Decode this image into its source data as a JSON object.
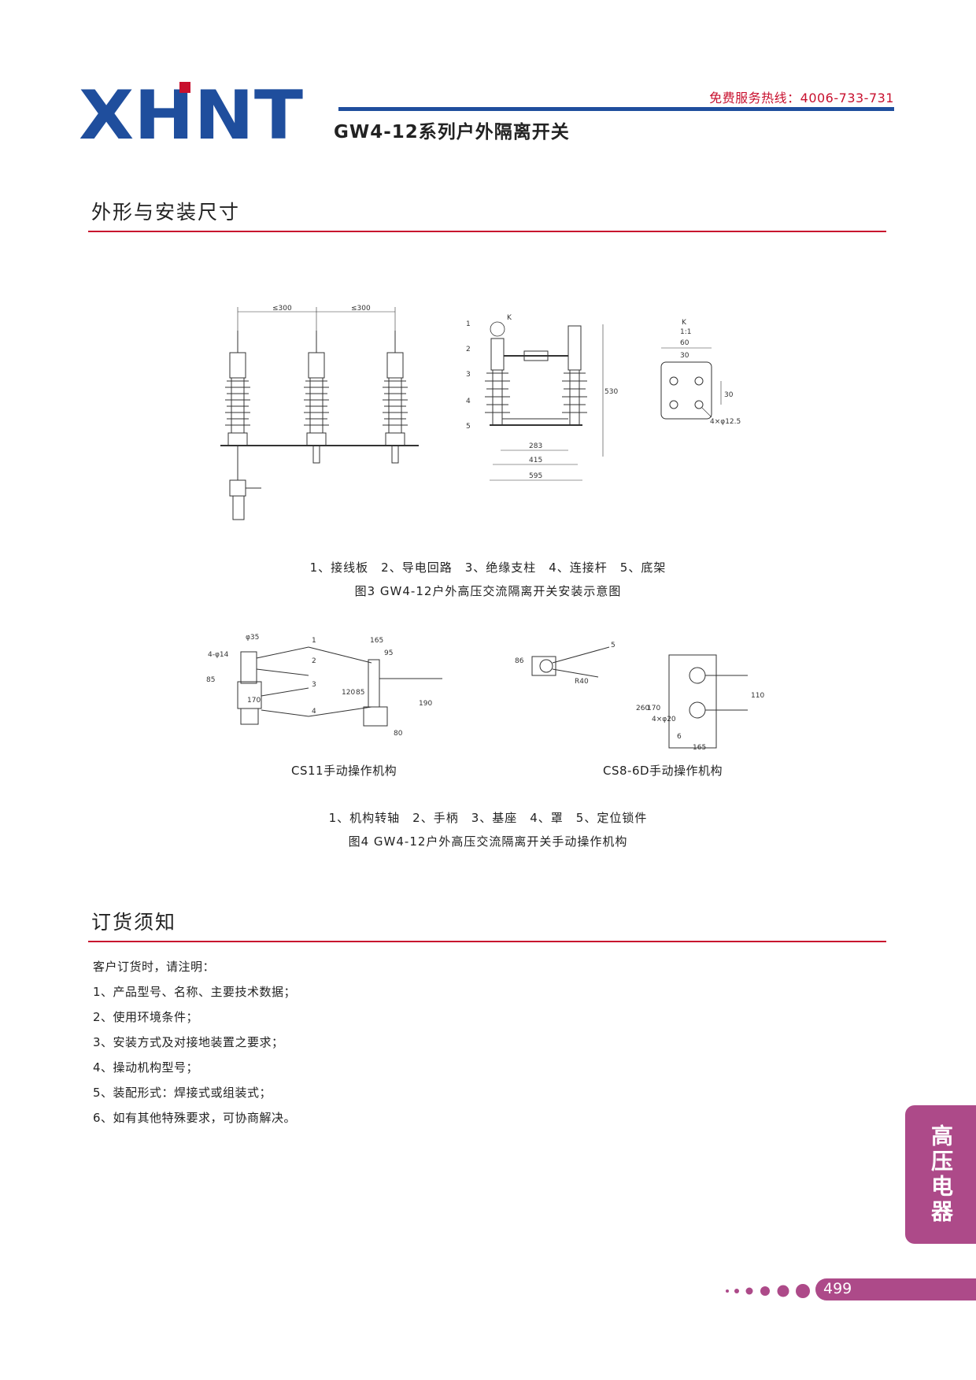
{
  "header": {
    "logo_text": "XHNT",
    "hotline": "免费服务热线：4006-733-731",
    "product_title": "GW4-12系列户外隔离开关"
  },
  "sections": {
    "dimensions": {
      "heading": "外形与安装尺寸"
    },
    "ordering": {
      "heading": "订货须知"
    }
  },
  "figure3": {
    "parts_legend": "1、接线板　2、导电回路　3、绝缘支柱　4、连接杆　5、底架",
    "caption": "图3 GW4-12户外高压交流隔离开关安装示意图",
    "front_view": {
      "spacing_left": "≤300",
      "spacing_right": "≤300"
    },
    "side_view": {
      "detail_label": "K",
      "height": "530",
      "dim_inner": "283",
      "dim_mid": "415",
      "dim_outer": "595",
      "part_numbers": [
        "1",
        "2",
        "3",
        "4",
        "5"
      ]
    },
    "detail_view": {
      "label": "K",
      "scale": "1:1",
      "width": "60",
      "hole_pitch_x": "30",
      "hole_pitch_y": "30",
      "holes": "4×φ12.5"
    }
  },
  "figure4": {
    "cs11": {
      "label": "CS11手动操作机构",
      "dims": {
        "d35": "φ35",
        "holes": "4-φ14",
        "h85_left": "85",
        "w165": "165",
        "w95": "95",
        "h120": "120",
        "h85": "85",
        "w170": "170",
        "w190": "190",
        "w80": "80"
      },
      "part_numbers": [
        "1",
        "2",
        "3",
        "4"
      ]
    },
    "cs8": {
      "label": "CS8-6D手动操作机构",
      "dims": {
        "h86": "86",
        "r40": "R40",
        "h260": "260",
        "h170": "170",
        "holes": "4×φ20",
        "h110": "110",
        "w6": "6",
        "w165": "165"
      },
      "part_number": "5"
    },
    "parts_legend": "1、机构转轴　2、手柄　3、基座　4、罩　5、定位锁件",
    "caption": "图4 GW4-12户外高压交流隔离开关手动操作机构"
  },
  "ordering": {
    "intro": "客户订货时，请注明：",
    "items": [
      "1、产品型号、名称、主要技术数据；",
      "2、使用环境条件；",
      "3、安装方式及对接地装置之要求；",
      "4、操动机构型号；",
      "5、装配形式：焊接式或组装式；",
      "6、如有其他特殊要求，可协商解决。"
    ]
  },
  "side_tab": {
    "label": "高压电器"
  },
  "footer": {
    "page_number": "499"
  },
  "colors": {
    "brand_blue": "#1f4e9d",
    "accent_red": "#c8102e",
    "tab_magenta": "#ad4a89"
  }
}
